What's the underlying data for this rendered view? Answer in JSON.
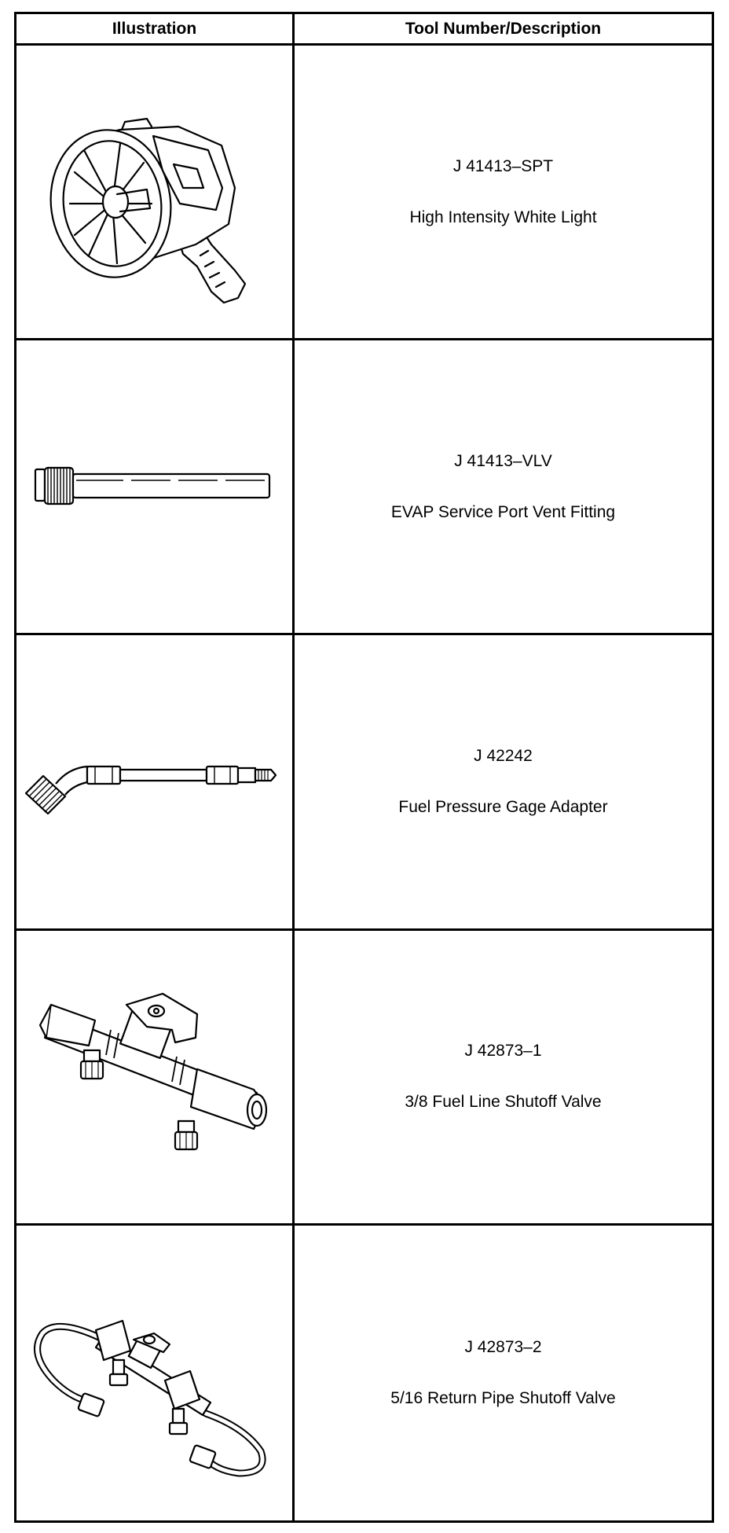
{
  "table": {
    "headers": {
      "illustration": "Illustration",
      "description": "Tool Number/Description"
    },
    "rows": [
      {
        "tool_number": "J 41413–SPT",
        "description": "High Intensity White Light",
        "icon": "spotlight-icon"
      },
      {
        "tool_number": "J 41413–VLV",
        "description": "EVAP Service Port Vent Fitting",
        "icon": "vent-fitting-icon"
      },
      {
        "tool_number": "J 42242",
        "description": "Fuel Pressure Gage Adapter",
        "icon": "gage-adapter-icon"
      },
      {
        "tool_number": "J 42873–1",
        "description": "3/8 Fuel Line Shutoff Valve",
        "icon": "shutoff-valve-icon"
      },
      {
        "tool_number": "J 42873–2",
        "description": "5/16 Return Pipe Shutoff Valve",
        "icon": "return-pipe-valve-icon"
      }
    ]
  }
}
